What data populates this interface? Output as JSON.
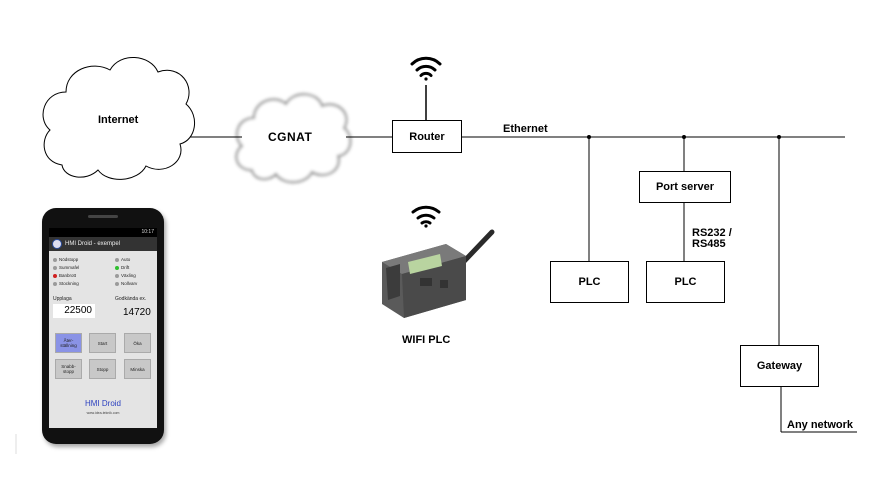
{
  "diagram": {
    "internet_label": "Internet",
    "cgnat_label": "CGNAT",
    "router_label": "Router",
    "ethernet_label": "Ethernet",
    "port_server_label": "Port server",
    "rs_label_1": "RS232 /",
    "rs_label_2": "RS485",
    "plc_label_1": "PLC",
    "plc_label_2": "PLC",
    "gateway_label": "Gateway",
    "any_network_label": "Any network",
    "wifi_plc_label": "WIFI PLC"
  },
  "phone": {
    "time": "10:17",
    "app_title": "HMI Droid - exempel",
    "status_left": [
      {
        "label": "Nödstopp",
        "color": "#9a9a9a"
      },
      {
        "label": "Summafel",
        "color": "#9a9a9a"
      },
      {
        "label": "Banbrott",
        "color": "#d02020"
      },
      {
        "label": "Stockning",
        "color": "#9a9a9a"
      }
    ],
    "status_right": [
      {
        "label": "Auto",
        "color": "#9a9a9a"
      },
      {
        "label": "Drift",
        "color": "#2fbf2f"
      },
      {
        "label": "Växling",
        "color": "#9a9a9a"
      },
      {
        "label": "Nollvarv",
        "color": "#9a9a9a"
      }
    ],
    "upplaga_label": "Upplaga",
    "upplaga_value": "22500",
    "godkanda_label": "Godkända ex.",
    "godkanda_value": "14720",
    "buttons": [
      "Åter-\nställning",
      "Start",
      "Öka",
      "Snabb-\nstopp",
      "Stopp",
      "Minska"
    ],
    "brand": "HMI Droid",
    "url": "www.idea-teknik.com"
  },
  "colors": {
    "line": "#000000",
    "wifi": "#000000",
    "phone_body": "#111111",
    "active_button": "#8a93e6",
    "brand_blue": "#2a3fbf"
  }
}
